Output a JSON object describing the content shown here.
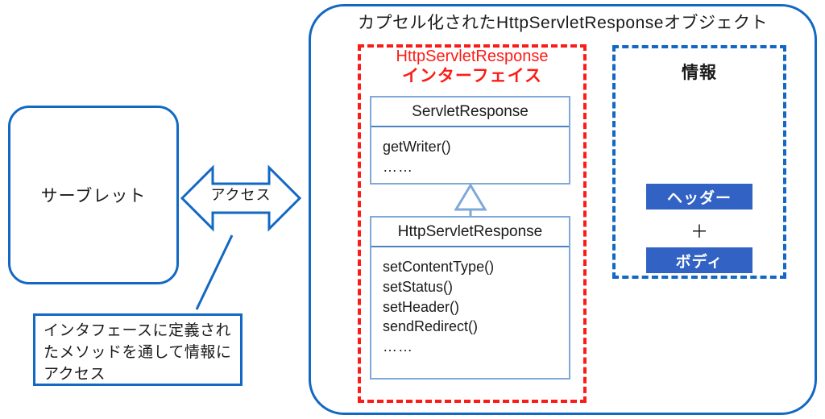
{
  "diagram": {
    "title": "カプセル化されたHttpServletResponseオブジェクト",
    "servlet": {
      "label": "サーブレット"
    },
    "arrow": {
      "label": "アクセス"
    },
    "note": {
      "text": "インタフェースに定義されたメソッドを通して情報にアクセス"
    },
    "interface_region": {
      "heading_line1": "HttpServletResponse",
      "heading_line2": "インターフェイス",
      "accent_color": "#FC1C17",
      "classes": [
        {
          "name": "ServletResponse",
          "members": [
            "getWriter()",
            "……"
          ]
        },
        {
          "name": "HttpServletResponse",
          "members": [
            "setContentType()",
            "setStatus()",
            "setHeader()",
            "sendRedirect()",
            "……"
          ]
        }
      ],
      "relation": "generalization"
    },
    "info_region": {
      "title": "情報",
      "accent_color": "#1268C3",
      "chips": [
        {
          "label": "ヘッダー",
          "color": "#3263C4"
        },
        {
          "label": "ボディ",
          "color": "#3263C4"
        }
      ],
      "operator": "＋"
    },
    "colors": {
      "blue_line": "#1268C3",
      "class_border": "#7EA9D8",
      "class_divider": "#4A82C4",
      "red_dashed": "#FC1C17",
      "chip_fill": "#3263C4"
    }
  }
}
